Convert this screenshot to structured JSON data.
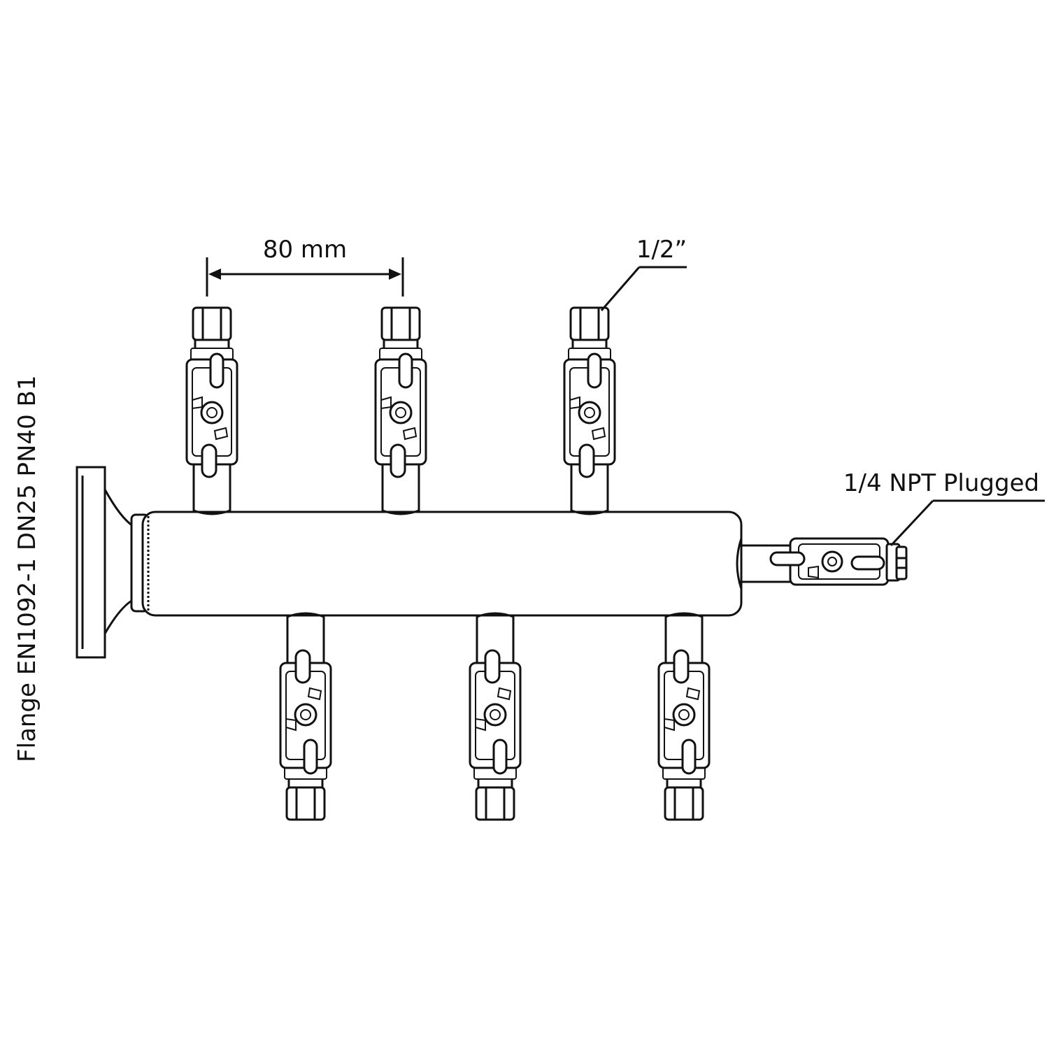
{
  "labels": {
    "spacing": "80 mm",
    "outlet_size": "1/2”",
    "end_port": "1/4 NPT Plugged",
    "flange": "Flange EN1092-1 DN25 PN40 B1"
  },
  "manifold": {
    "top_outlet_count": 3,
    "bottom_outlet_count": 3,
    "end_port_plugged": true
  },
  "colors": {
    "line": "#111111",
    "background": "#ffffff"
  }
}
